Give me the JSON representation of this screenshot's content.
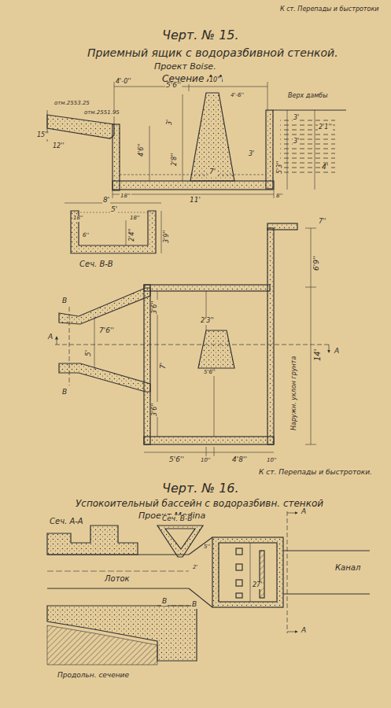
{
  "diagram": {
    "labels": [
      "К ст. Перепады и быстротоки",
      "Черт. № 15.",
      "Приемный ящик с водоразбивной стенкой.",
      "Проект Boise.",
      "Сечение А-А",
      "4'-0''",
      "5'6''",
      "10''",
      "4'-6''",
      "Верх дамбы",
      "отм.2553.25",
      "отм.2551.95",
      "15''",
      "12''",
      "3'",
      "4'6''",
      "2'8''",
      "3'",
      "5'3''",
      "3'",
      "2'1''",
      "3'",
      "4'",
      "7'",
      "18''",
      "11'",
      "8''",
      "8'",
      "5'",
      "18''",
      "18''",
      "6''",
      "2'4''",
      "3'9''",
      "Сеч. В-В",
      "7''",
      "6'9''",
      "3'6''",
      "7'6''",
      "5'",
      "7'",
      "2'3''",
      "5'6''",
      "14'",
      "Наружн. уклон грунта",
      "3'6''",
      "5'6''",
      "10''",
      "4'8''",
      "10''",
      "A",
      "A",
      "B",
      "B",
      "К ст. Перепады и быстротоки.",
      "Черт. № 16.",
      "Успокоительный бассейн с водоразбивн. стенкой",
      "Проект Medina",
      "Сеч. А-А",
      "Сеч. В-В",
      "Лоток",
      "Канал",
      "27'",
      "2'",
      "A",
      "A",
      "B",
      "B",
      "Продольн. сечение",
      "5''"
    ]
  }
}
